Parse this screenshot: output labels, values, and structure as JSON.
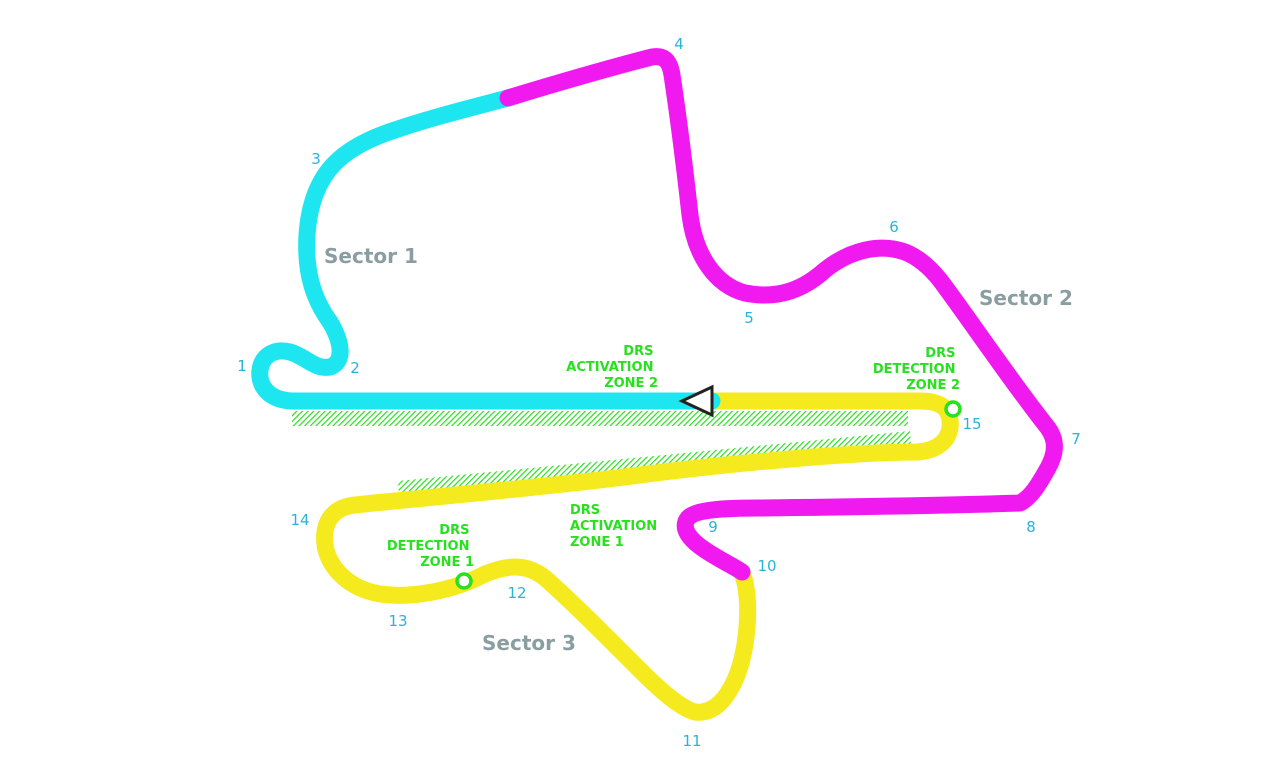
{
  "colors": {
    "sector1": "#1ee6f0",
    "sector2": "#f01af0",
    "sector3": "#f5ea1e",
    "drs": "#28e01e",
    "turn_numbers": "#2ab2d8",
    "sector_labels": "#8a9ea2",
    "start_marker": "#222222"
  },
  "sectors": [
    {
      "id": "s1",
      "label": "Sector 1"
    },
    {
      "id": "s2",
      "label": "Sector 2"
    },
    {
      "id": "s3",
      "label": "Sector 3"
    }
  ],
  "turns": [
    "1",
    "2",
    "3",
    "4",
    "5",
    "6",
    "7",
    "8",
    "9",
    "10",
    "11",
    "12",
    "13",
    "14",
    "15"
  ],
  "drs": {
    "activation_zone_2": [
      "DRS",
      "ACTIVATION",
      "ZONE 2"
    ],
    "detection_zone_2": [
      "DRS",
      "DETECTION",
      "ZONE 2"
    ],
    "activation_zone_1": [
      "DRS",
      "ACTIVATION",
      "ZONE 1"
    ],
    "detection_zone_1": [
      "DRS",
      "DETECTION",
      "ZONE 1"
    ]
  },
  "start_marker_icon": "start-direction-triangle-icon",
  "detection_point_icon": "drs-detection-point-icon"
}
